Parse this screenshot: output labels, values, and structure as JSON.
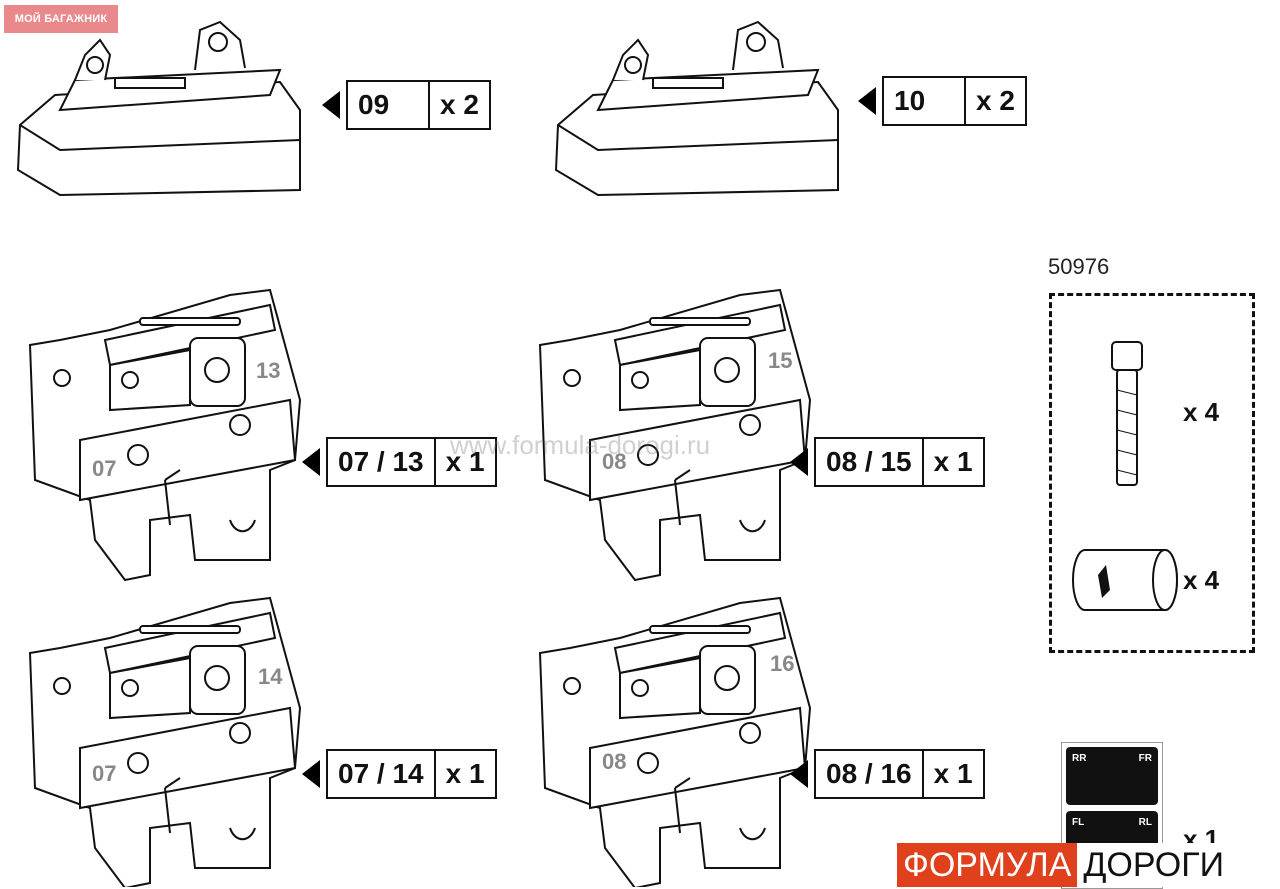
{
  "badge": "МОЙ БАГАЖНИК",
  "labels": [
    {
      "id": "09",
      "code": "09",
      "qty": "x 2"
    },
    {
      "id": "10",
      "code": "10",
      "qty": "x 2"
    },
    {
      "id": "0713",
      "code": "07 / 13",
      "qty": "x 1"
    },
    {
      "id": "0815",
      "code": "08 / 15",
      "qty": "x 1"
    },
    {
      "id": "0714",
      "code": "07 / 14",
      "qty": "x 1"
    },
    {
      "id": "0816",
      "code": "08 / 16",
      "qty": "x 1"
    }
  ],
  "plate_numbers": {
    "p1_top": "13",
    "p1_bottom": "07",
    "p2_top": "15",
    "p2_bottom": "08",
    "p3_top": "14",
    "p3_bottom": "07",
    "p4_top": "16",
    "p4_bottom": "08"
  },
  "kit": {
    "code": "50976",
    "screw_qty": "x 4",
    "sleeve_qty": "x 4"
  },
  "watermark": "www.formula-dorogi.ru",
  "sticker": {
    "rr": "RR",
    "fr": "FR",
    "fl": "FL",
    "rl": "RL",
    "qty": "x 1"
  },
  "brand": {
    "part1": "ФОРМУЛА",
    "part2": "ДОРОГИ"
  },
  "colors": {
    "badge": "#e9898c",
    "brand_red": "#e0401c",
    "part_number_gray": "#888888"
  }
}
